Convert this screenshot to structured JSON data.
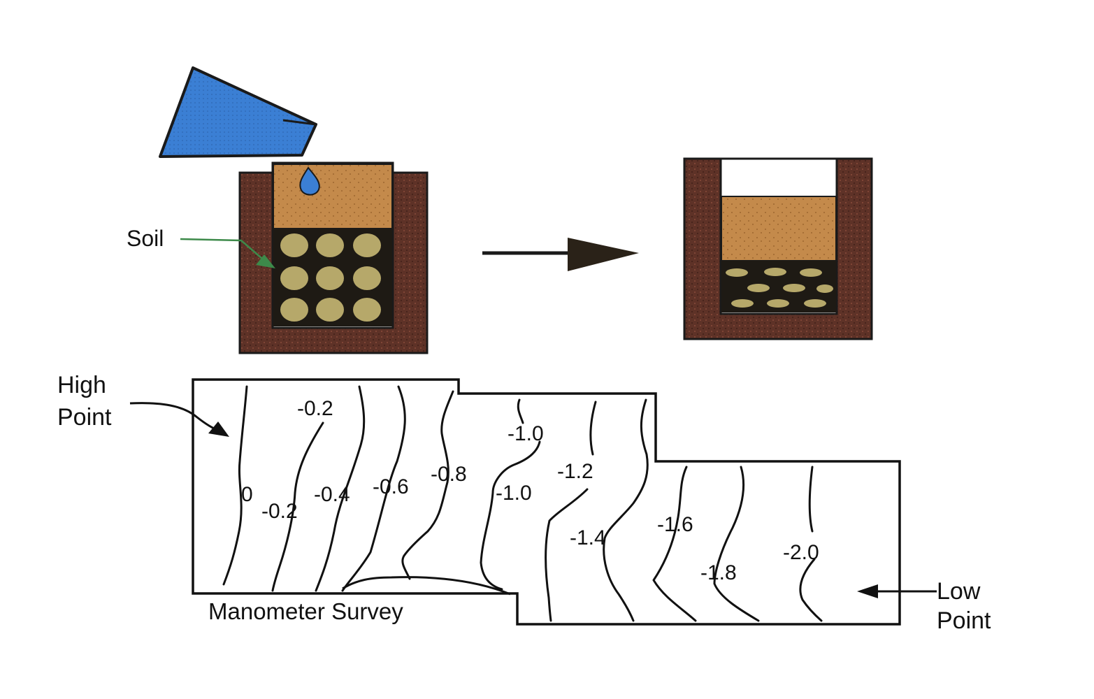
{
  "top_illustration": {
    "soil_label": "Soil",
    "colors": {
      "water": "#3b7fd4",
      "trench_wall": "#5e3227",
      "soil_fill": "#c48a4b",
      "stone": "#b6a86a",
      "outline": "#1a1a1a",
      "soil_pointer": "#3d8a4a"
    }
  },
  "survey": {
    "caption": "Manometer Survey",
    "high_point_label_line1": "High",
    "high_point_label_line2": "Point",
    "low_point_label_line1": "Low",
    "low_point_label_line2": "Point",
    "contour_labels": [
      "-0.2",
      "0",
      "-0.2",
      "-0.4",
      "-0.6",
      "-0.8",
      "-1.0",
      "-1.0",
      "-1.2",
      "-1.4",
      "-1.6",
      "-1.8",
      "-2.0"
    ]
  }
}
